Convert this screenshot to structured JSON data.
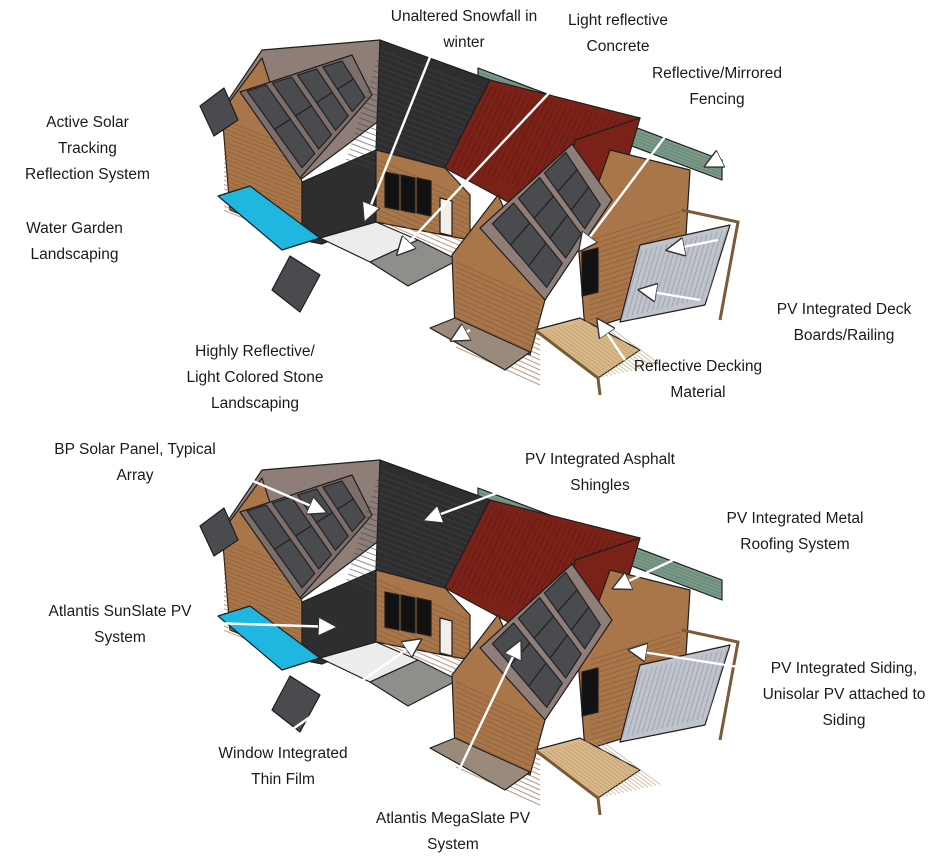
{
  "labels_top": {
    "snowfall": [
      "Unaltered Snowfall in",
      "winter"
    ],
    "concrete": [
      "Light reflective",
      "Concrete"
    ],
    "fencing": [
      "Reflective/Mirrored",
      "Fencing"
    ],
    "tracking": [
      "Active Solar",
      "Tracking",
      "Reflection System"
    ],
    "water_garden": [
      "Water Garden",
      "Landscaping"
    ],
    "deck_boards": [
      "PV Integrated Deck",
      "Boards/Railing"
    ],
    "stone": [
      "Highly Reflective/",
      "Light Colored Stone",
      "Landscaping"
    ],
    "decking": [
      "Reflective Decking",
      "Material"
    ]
  },
  "labels_bottom": {
    "bp_panel": [
      "BP Solar Panel, Typical",
      "Array"
    ],
    "asphalt": [
      "PV Integrated Asphalt",
      "Shingles"
    ],
    "metal_roof": [
      "PV Integrated Metal",
      "Roofing System"
    ],
    "sunslate": [
      "Atlantis SunSlate PV",
      "System"
    ],
    "siding": [
      "PV Integrated Siding,",
      "Unisolar PV attached to",
      "Siding"
    ],
    "window_film": [
      "Window Integrated",
      "Thin Film"
    ],
    "megaslate": [
      "Atlantis MegaSlate PV",
      "System"
    ]
  },
  "colors": {
    "siding": "#a9764a",
    "siding_dark": "#8a5a34",
    "red_roof": "#7a2218",
    "dark_shingle": "#2e2e30",
    "gray_shingle": "#8f7d78",
    "solar_panel": "#4a4b4f",
    "water": "#1fb6e0",
    "deck": "#d9b98a",
    "fence": "#7a9a88",
    "stone": "#9a8a7c"
  }
}
